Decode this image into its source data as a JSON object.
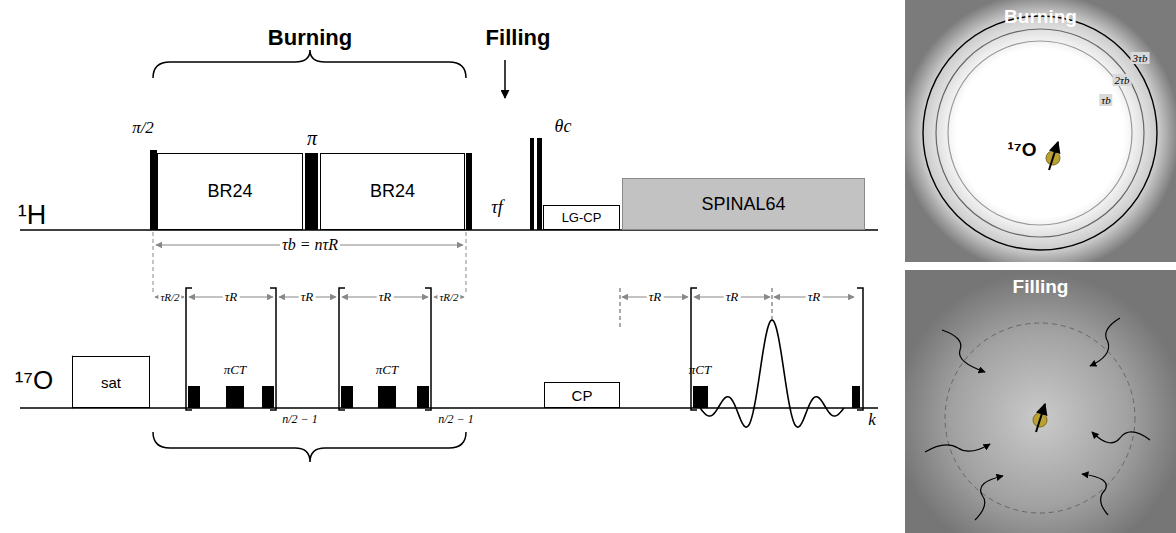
{
  "diagram": {
    "nodes": [
      {
        "text": [
          "BR24"
        ]
      },
      {
        "text": [
          "BR24"
        ]
      },
      {
        "text": [
          "LG-CP"
        ]
      },
      {
        "text": [
          "SPINAL64"
        ]
      },
      {
        "text": [
          "sat"
        ]
      },
      {
        "text": [
          "CP"
        ]
      },
      {
        "text": [
          "Burning"
        ]
      },
      {
        "text": [
          "Filling"
        ]
      }
    ],
    "labels": [
      "π/2",
      "π",
      "¹H",
      "τf",
      "θc",
      "τb = nτR",
      "¹⁷O",
      "τR/2",
      "τR",
      "τR",
      "τR",
      "τR/2",
      "πCT",
      "n/2 − 1",
      "πCT",
      "n/2 − 1",
      "τR",
      "πCT",
      "τR",
      "τR",
      "k",
      "Burning",
      "Filling",
      "¹⁷O",
      "τb",
      "2τb",
      "3τb"
    ]
  }
}
